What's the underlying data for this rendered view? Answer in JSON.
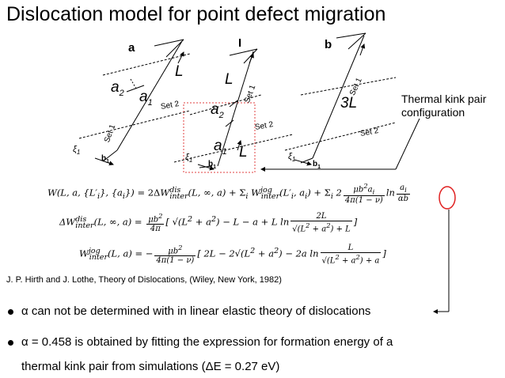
{
  "title": "Dislocation model for point defect migration",
  "panels": {
    "a": "a",
    "I": "I",
    "b": "b"
  },
  "figure_labels": {
    "L_a": "L",
    "a2_a": "a",
    "a2_a_sub": "2",
    "a1_a": "a",
    "a1_a_sub": "1",
    "set2_a": "Set 2",
    "set1_a": "Set 1",
    "xi1_a": "ξ",
    "xi1_a_sub": "1",
    "b1_a": "b",
    "b1_a_sub": "1",
    "L_I_top": "L",
    "set1_I": "Set 1",
    "a2_I": "a",
    "a2_I_sub": "2",
    "set2_I": "Set 2",
    "a1_I": "a",
    "a1_I_sub": "1",
    "L_I_bottom": "L",
    "xi1_I": "ξ",
    "xi1_I_sub": "1",
    "b1_I": "b",
    "b1_I_sub": "1",
    "set1_b": "Set 1",
    "threeL": "3L",
    "set2_b": "Set 2",
    "xi1_b": "ξ",
    "xi1_b_sub": "1",
    "b1_b": "b",
    "b1_b_sub": "1"
  },
  "callout": {
    "line1": "Thermal kink pair",
    "line2": "configuration"
  },
  "equations": {
    "eq1": "W(L, a, {L′ᵢ}, {aᵢ}) = 2ΔW^dis_inter(L, ∞, a) + Σᵢ W^jog_inter(L′ᵢ, aᵢ) + Σᵢ 2 μb²aᵢ / 4π(1 − ν) ln(aᵢ / αb)",
    "eq2": "ΔW^dis_inter(L, ∞, a) = μb²/4π [ √(L² + a²) − L − a + L ln( 2L / (√(L² + a²) + L) ) ]",
    "eq3": "W^jog_inter(L, a) = − μb² / 4π(1 − ν) [ 2L − 2√(L² + a²) − 2a ln( L / (√(L² + a²) + a) ) ]"
  },
  "reference": "J. P. Hirth and J. Lothe, Theory of Dislocations, (Wiley, New York, 1982)",
  "bullets": [
    "α can not be determined with in linear elastic theory of dislocations",
    "α = 0.458 is obtained by fitting the expression for formation energy of a",
    "thermal kink pair from simulations (ΔE = 0.27 eV)"
  ]
}
